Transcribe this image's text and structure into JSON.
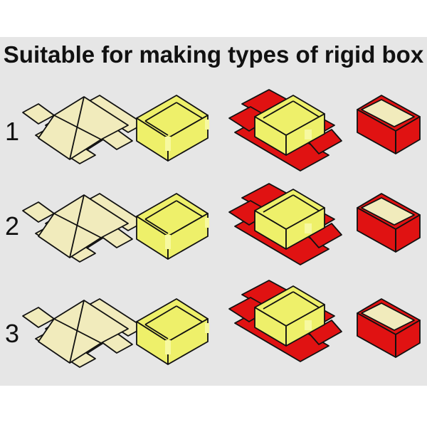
{
  "title": "Suitable for making types of rigid box",
  "rows": [
    {
      "label": "1"
    },
    {
      "label": "2"
    },
    {
      "label": "3"
    }
  ],
  "colors": {
    "background": "#e6e6e6",
    "flat_fill": "#f1ebbc",
    "folded_fill": "#eef06a",
    "wrap_red": "#e01212",
    "outline": "#111111"
  }
}
